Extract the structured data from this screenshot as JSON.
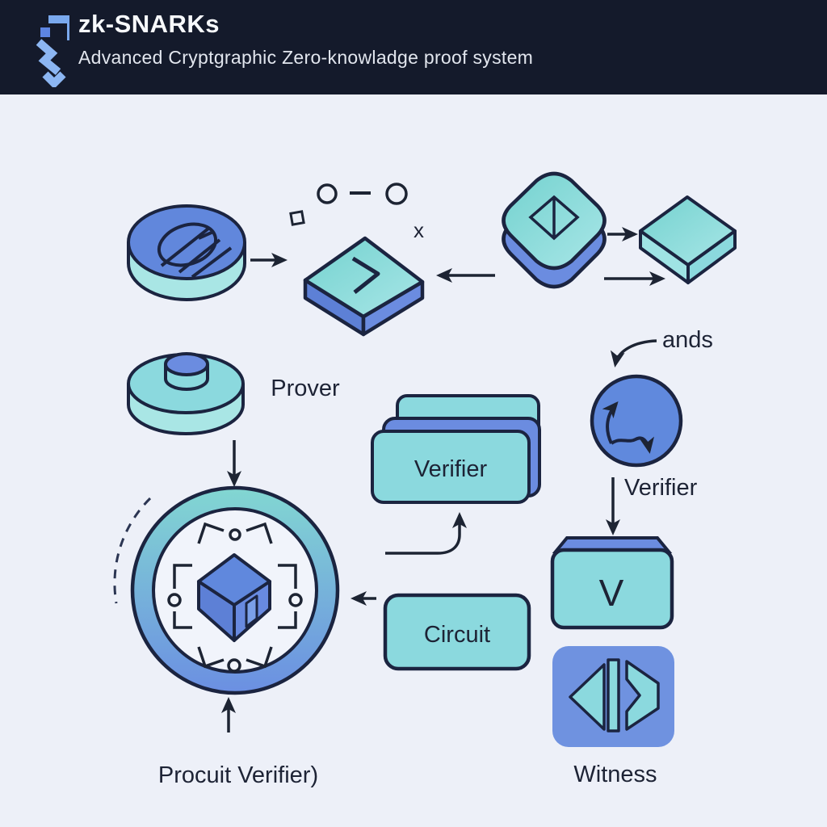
{
  "header": {
    "title": "zk-SNARKs",
    "subtitle": "Advanced Cryptgraphic Zero-knowladge proof system"
  },
  "labels": {
    "prover": "Prover",
    "verifier_cards": "Verifier",
    "ands": "ands",
    "verifier_flow": "Verifier",
    "circuit": "Circuit",
    "v_box": "V",
    "witness": "Witness",
    "proof_verifier": "Procuit Verifier)",
    "x_glyph": "x"
  },
  "colors": {
    "header_bg": "#141a2b",
    "canvas_bg": "#edf0f8",
    "teal": "#8bd9de",
    "teal_light": "#a9e6e5",
    "blue": "#6187dc",
    "blue_face": "#6b8ce0",
    "witness_tile": "#6f92e0",
    "outline": "#1b2440",
    "logo_blue": "#8cb6f2",
    "text": "#1d2335",
    "header_text": "#f7f9fc"
  }
}
